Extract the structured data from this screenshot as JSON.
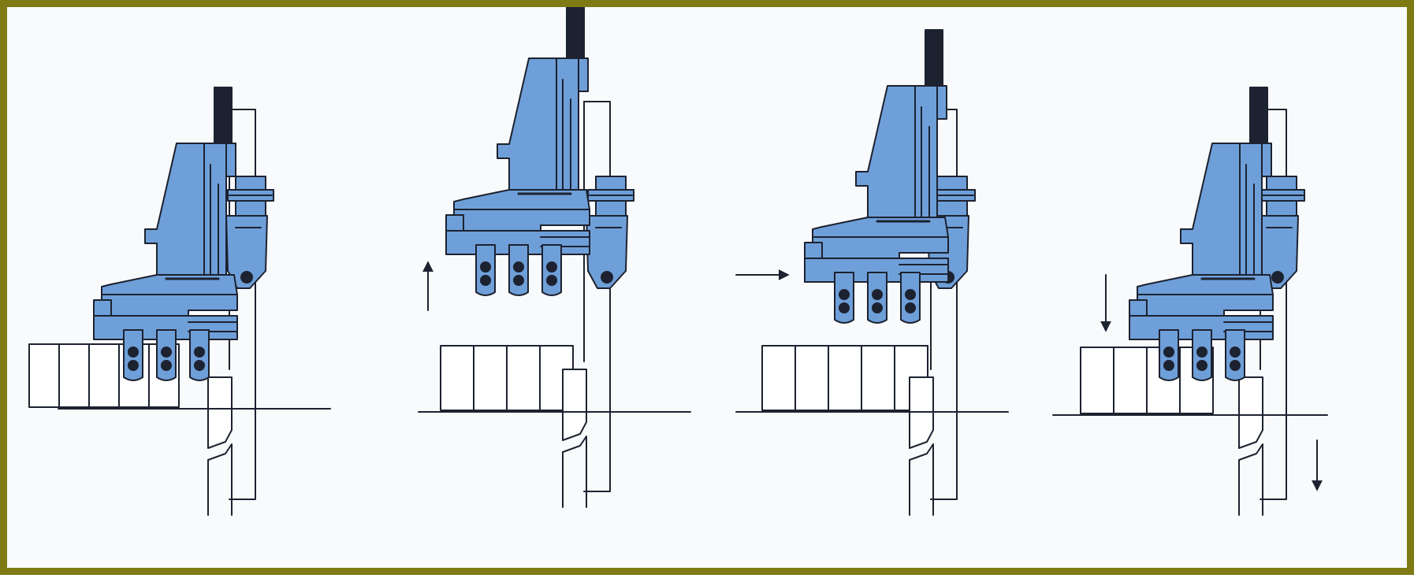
{
  "diagram": {
    "type": "mechanism-sequence",
    "frame_color": "#7e7a14",
    "machine_color": "#6f9fd8",
    "outline_color": "#1c2230",
    "steps": [
      {
        "step": 1,
        "motion": "none",
        "arrow_icon": ""
      },
      {
        "step": 2,
        "motion": "up",
        "arrow_icon": "arrow-up-icon"
      },
      {
        "step": 3,
        "motion": "right",
        "arrow_icon": "arrow-right-icon"
      },
      {
        "step": 4,
        "motion": "down",
        "arrow_icon": "arrow-down-icon",
        "secondary_arrow_icon": "arrow-down-icon"
      }
    ]
  }
}
